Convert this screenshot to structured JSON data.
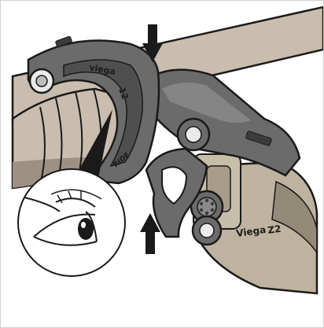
{
  "illustration": {
    "jaw_brand": "viega",
    "jaw_size": "12",
    "jaw_marking": "RIDE",
    "tool_brand": "Viega",
    "tool_model": "Z2",
    "colors": {
      "pipe": "#c9bdad",
      "pipe_shadow": "#9e9182",
      "jaw": "#6b6b6b",
      "jaw_dark": "#3c3c3c",
      "tool_body": "#bdb39f",
      "outline": "#1a1a1a",
      "arrow": "#1a1a1a",
      "background": "#ffffff"
    },
    "icons": {
      "press_arrow_top": "arrow-down-icon",
      "press_arrow_bottom": "arrow-up-icon",
      "inspection": "eye-icon"
    }
  }
}
